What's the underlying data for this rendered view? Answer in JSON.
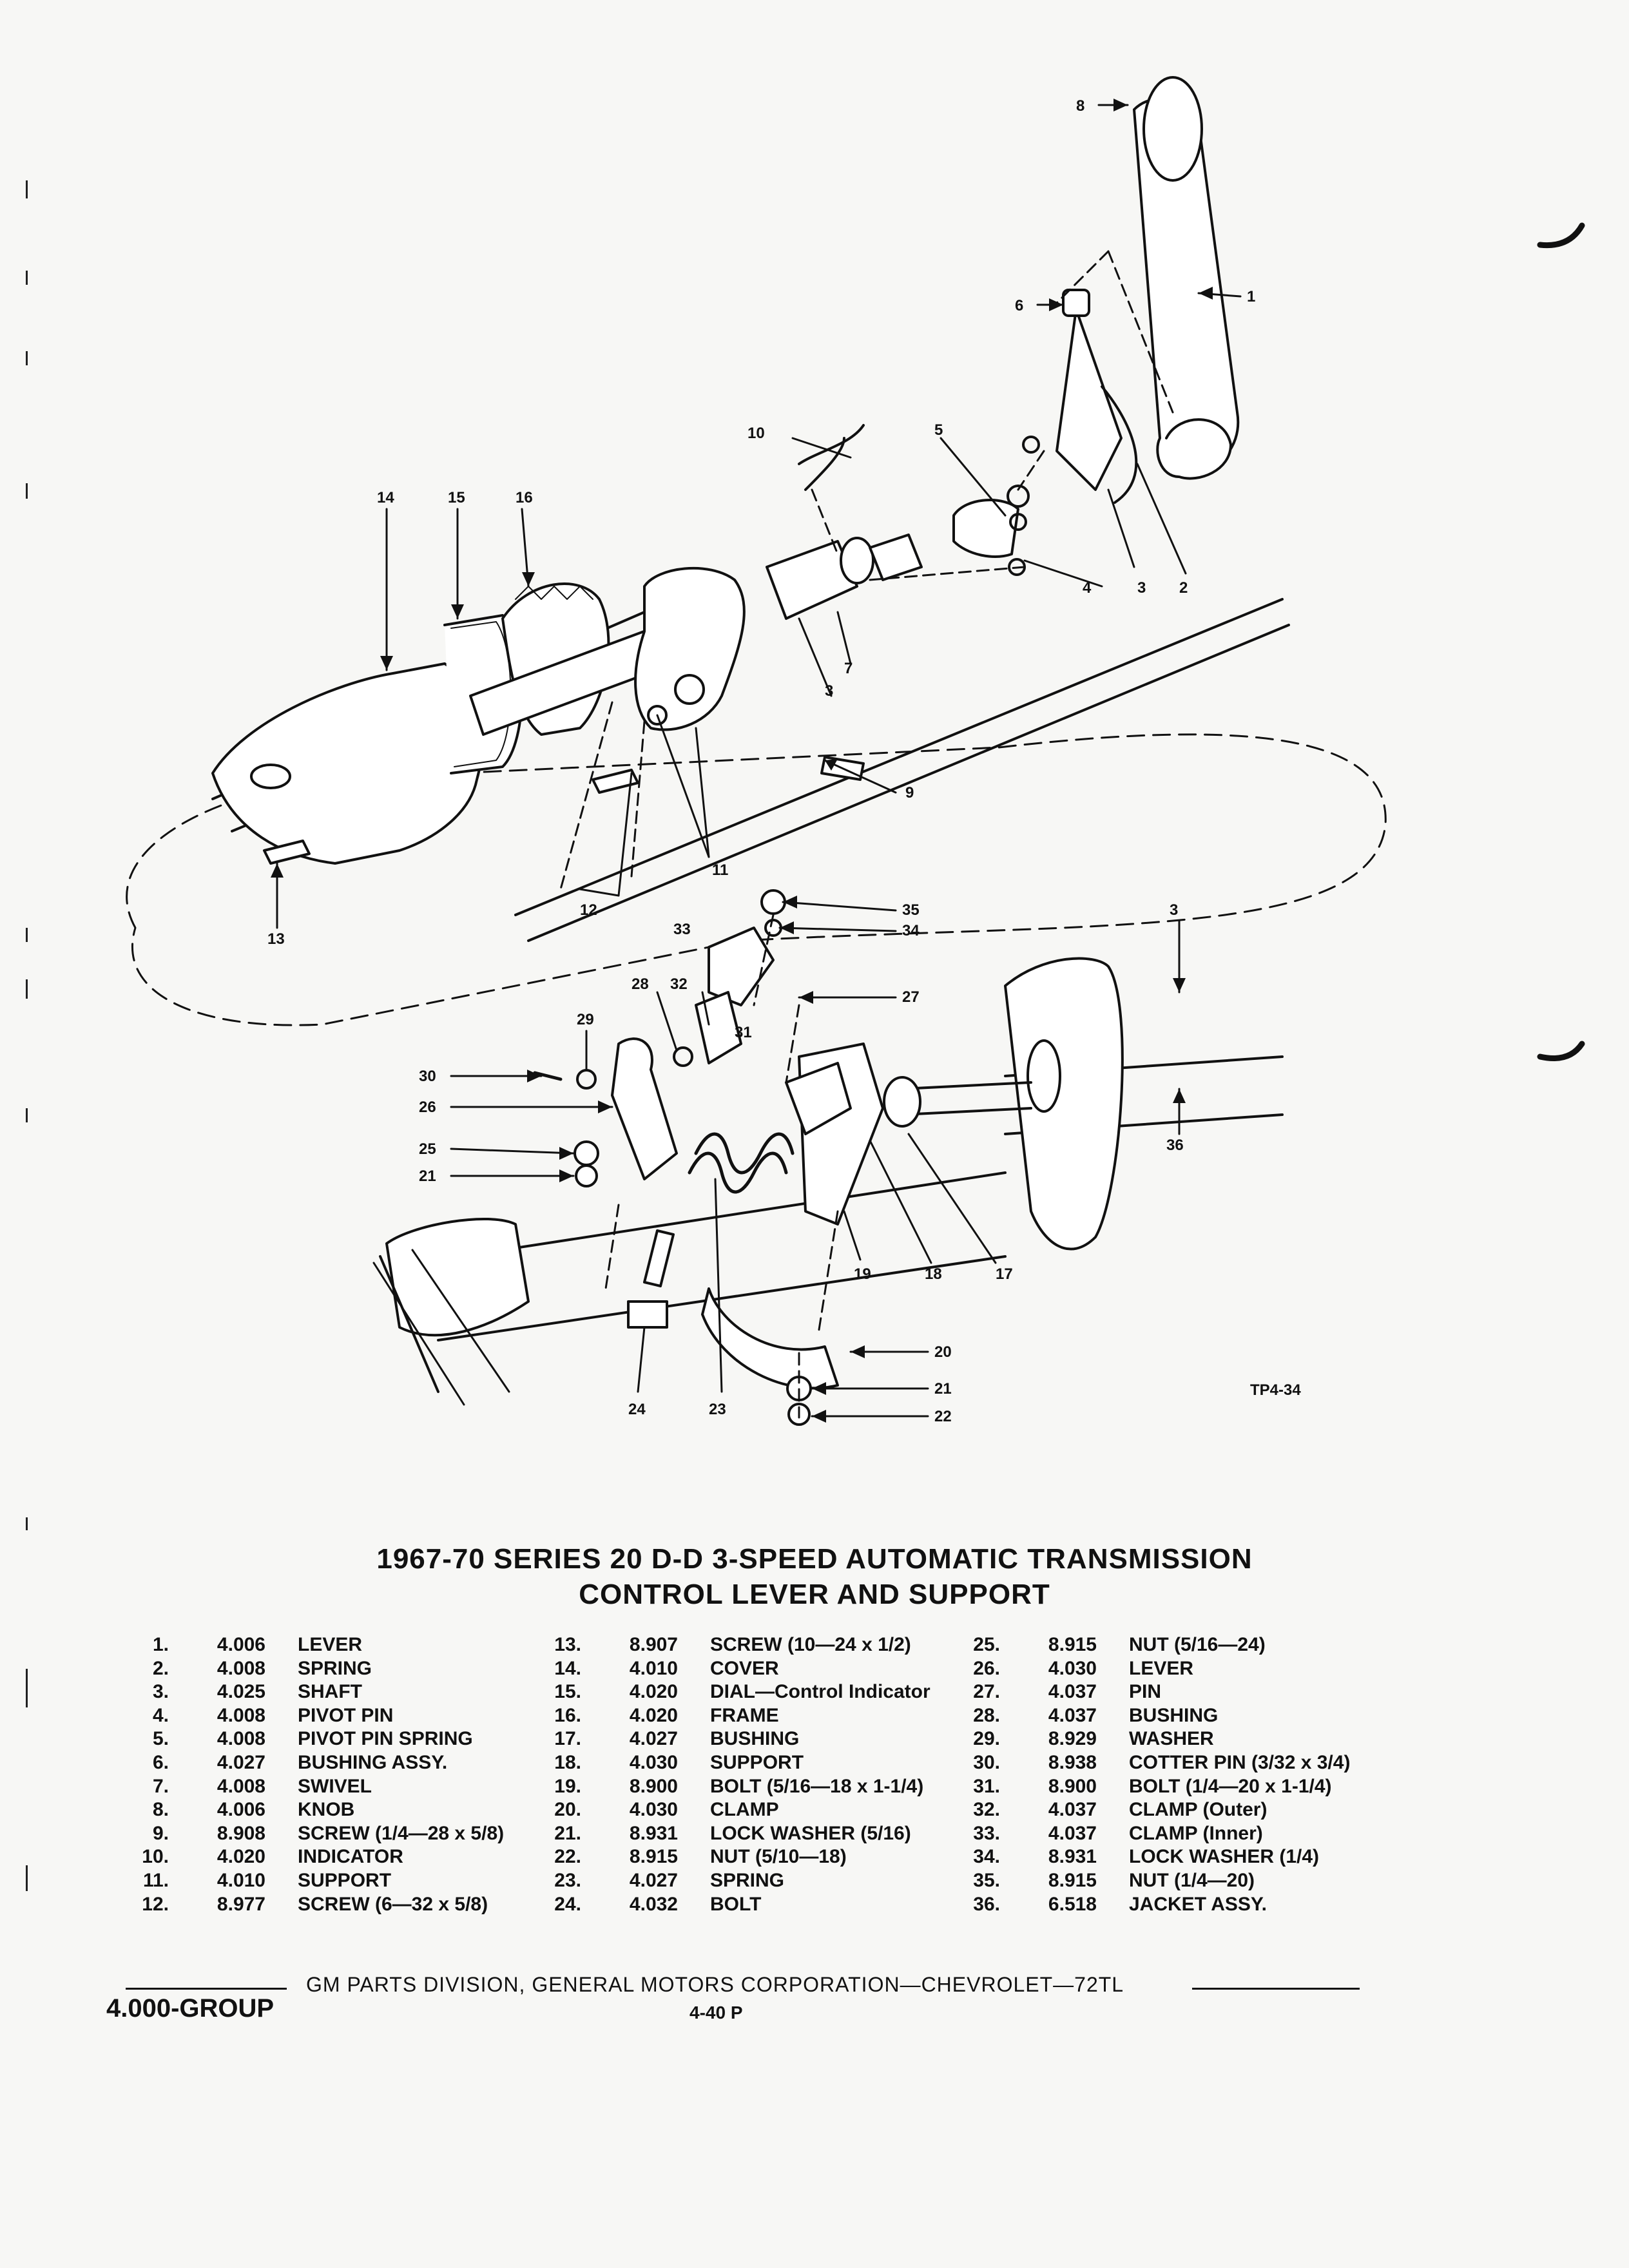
{
  "diagram": {
    "figure_id": "TP4-34",
    "callouts": [
      "1",
      "2",
      "3",
      "4",
      "5",
      "6",
      "7",
      "8",
      "9",
      "10",
      "11",
      "12",
      "13",
      "14",
      "15",
      "16",
      "17",
      "18",
      "19",
      "20",
      "21",
      "22",
      "23",
      "24",
      "25",
      "26",
      "27",
      "28",
      "29",
      "30",
      "31",
      "32",
      "33",
      "34",
      "35",
      "36"
    ]
  },
  "title": {
    "line1": "1967-70 SERIES 20 D-D 3-SPEED AUTOMATIC TRANSMISSION",
    "line2": "CONTROL LEVER AND SUPPORT"
  },
  "parts": [
    {
      "no": "1.",
      "group": "4.006",
      "desc": "LEVER"
    },
    {
      "no": "2.",
      "group": "4.008",
      "desc": "SPRING"
    },
    {
      "no": "3.",
      "group": "4.025",
      "desc": "SHAFT"
    },
    {
      "no": "4.",
      "group": "4.008",
      "desc": "PIVOT PIN"
    },
    {
      "no": "5.",
      "group": "4.008",
      "desc": "PIVOT PIN SPRING"
    },
    {
      "no": "6.",
      "group": "4.027",
      "desc": "BUSHING ASSY."
    },
    {
      "no": "7.",
      "group": "4.008",
      "desc": "SWIVEL"
    },
    {
      "no": "8.",
      "group": "4.006",
      "desc": "KNOB"
    },
    {
      "no": "9.",
      "group": "8.908",
      "desc": "SCREW (1/4—28 x 5/8)"
    },
    {
      "no": "10.",
      "group": "4.020",
      "desc": "INDICATOR"
    },
    {
      "no": "11.",
      "group": "4.010",
      "desc": "SUPPORT"
    },
    {
      "no": "12.",
      "group": "8.977",
      "desc": "SCREW (6—32 x 5/8)"
    },
    {
      "no": "13.",
      "group": "8.907",
      "desc": "SCREW (10—24 x 1/2)"
    },
    {
      "no": "14.",
      "group": "4.010",
      "desc": "COVER"
    },
    {
      "no": "15.",
      "group": "4.020",
      "desc": "DIAL—Control Indicator"
    },
    {
      "no": "16.",
      "group": "4.020",
      "desc": "FRAME"
    },
    {
      "no": "17.",
      "group": "4.027",
      "desc": "BUSHING"
    },
    {
      "no": "18.",
      "group": "4.030",
      "desc": "SUPPORT"
    },
    {
      "no": "19.",
      "group": "8.900",
      "desc": "BOLT (5/16—18 x 1-1/4)"
    },
    {
      "no": "20.",
      "group": "4.030",
      "desc": "CLAMP"
    },
    {
      "no": "21.",
      "group": "8.931",
      "desc": "LOCK WASHER (5/16)"
    },
    {
      "no": "22.",
      "group": "8.915",
      "desc": "NUT (5/10—18)"
    },
    {
      "no": "23.",
      "group": "4.027",
      "desc": "SPRING"
    },
    {
      "no": "24.",
      "group": "4.032",
      "desc": "BOLT"
    },
    {
      "no": "25.",
      "group": "8.915",
      "desc": "NUT (5/16—24)"
    },
    {
      "no": "26.",
      "group": "4.030",
      "desc": "LEVER"
    },
    {
      "no": "27.",
      "group": "4.037",
      "desc": "PIN"
    },
    {
      "no": "28.",
      "group": "4.037",
      "desc": "BUSHING"
    },
    {
      "no": "29.",
      "group": "8.929",
      "desc": "WASHER"
    },
    {
      "no": "30.",
      "group": "8.938",
      "desc": "COTTER PIN (3/32 x 3/4)"
    },
    {
      "no": "31.",
      "group": "8.900",
      "desc": "BOLT (1/4—20 x 1-1/4)"
    },
    {
      "no": "32.",
      "group": "4.037",
      "desc": "CLAMP (Outer)"
    },
    {
      "no": "33.",
      "group": "4.037",
      "desc": "CLAMP (Inner)"
    },
    {
      "no": "34.",
      "group": "8.931",
      "desc": "LOCK WASHER (1/4)"
    },
    {
      "no": "35.",
      "group": "8.915",
      "desc": "NUT (1/4—20)"
    },
    {
      "no": "36.",
      "group": "6.518",
      "desc": "JACKET ASSY."
    }
  ],
  "footer": {
    "text": "GM PARTS DIVISION, GENERAL MOTORS CORPORATION—CHEVROLET—72TL",
    "group": "4.000-GROUP",
    "page": "4-40 P"
  }
}
